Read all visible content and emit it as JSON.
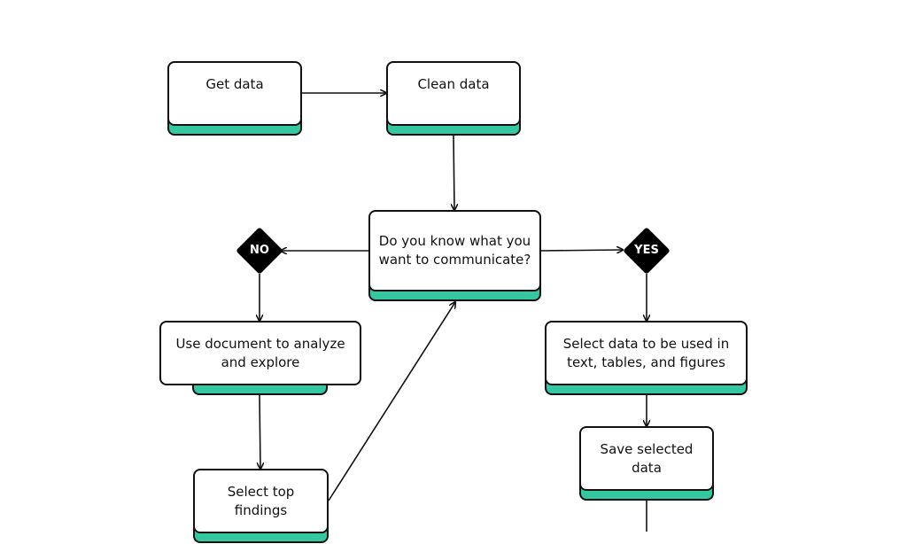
{
  "colors": {
    "accent": "#34c8a0",
    "stroke": "#111111",
    "background": "#ffffff"
  },
  "nodes": {
    "get_data": "Get data",
    "clean_data": "Clean data",
    "question": "Do you know what you want to communicate?",
    "analyze": "Use document to analyze and explore",
    "select_findings": "Select top findings",
    "select_data": "Select data to be used in text, tables, and figures",
    "save_data": "Save selected data"
  },
  "decisions": {
    "no": "NO",
    "yes": "YES"
  }
}
